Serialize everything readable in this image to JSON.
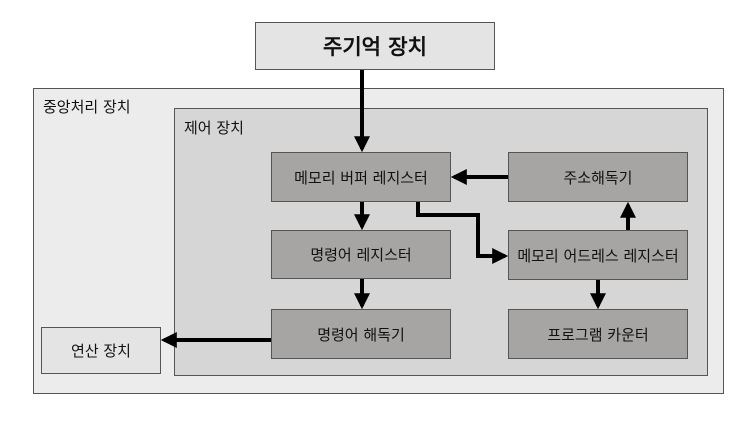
{
  "diagram": {
    "main_memory": "주기억 장치",
    "cpu": "중앙처리 장치",
    "control_unit": "제어 장치",
    "memory_buffer_register": "메모리 버퍼 레지스터",
    "instruction_register": "명령어 레지스터",
    "instruction_decoder": "명령어 해독기",
    "address_decoder": "주소해독기",
    "memory_address_register": "메모리 어드레스 레지스터",
    "program_counter": "프로그램 카운터",
    "alu": "연산 장치"
  },
  "colors": {
    "register_fill": "#a7a4a4",
    "light_fill": "#e4e4e4",
    "cpu_fill": "#ececec",
    "control_fill": "#d6d6d6",
    "arrow": "#000000"
  }
}
